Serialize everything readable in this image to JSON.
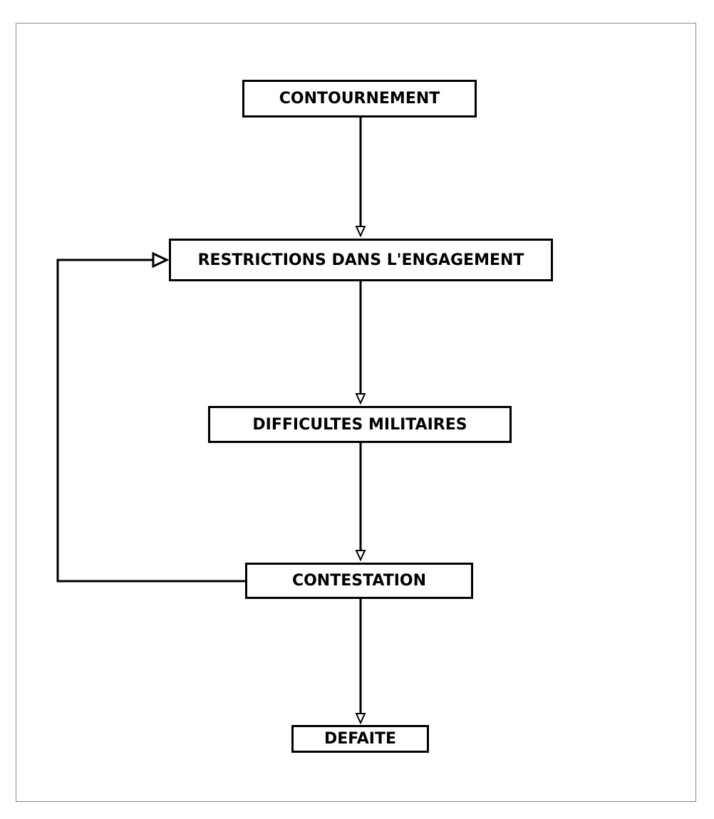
{
  "nodes": {
    "contournement": "CONTOURNEMENT",
    "restrictions": "RESTRICTIONS DANS L'ENGAGEMENT",
    "difficultes": "DIFFICULTES MILITAIRES",
    "contestation": "CONTESTATION",
    "defaite": "DEFAITE"
  },
  "edges": [
    {
      "from": "contournement",
      "to": "restrictions"
    },
    {
      "from": "restrictions",
      "to": "difficultes"
    },
    {
      "from": "difficultes",
      "to": "contestation"
    },
    {
      "from": "contestation",
      "to": "defaite"
    },
    {
      "from": "contestation",
      "to": "restrictions",
      "type": "feedback-loop"
    }
  ],
  "colors": {
    "stroke": "#000000",
    "background": "#ffffff",
    "frame": "#8a8a8a"
  }
}
